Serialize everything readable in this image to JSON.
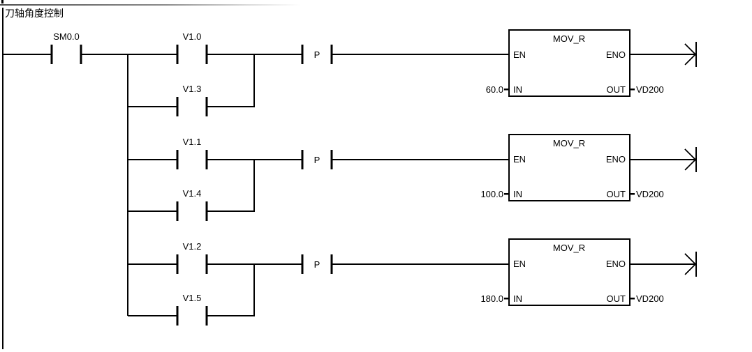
{
  "colors": {
    "network_title": "#008000",
    "operand_value": "#808000",
    "wire": "#000000",
    "background": "#ffffff"
  },
  "network": {
    "title": "刀轴角度控制"
  },
  "power_contact": {
    "label": "SM0.0"
  },
  "rungs": [
    {
      "top_contact": "V1.0",
      "bottom_contact": "V1.3",
      "edge_contact": "P",
      "block": {
        "title": "MOV_R",
        "en": "EN",
        "eno": "ENO",
        "in": "IN",
        "out": "OUT",
        "in_value": "60.0",
        "out_operand": "VD200"
      }
    },
    {
      "top_contact": "V1.1",
      "bottom_contact": "V1.4",
      "edge_contact": "P",
      "block": {
        "title": "MOV_R",
        "en": "EN",
        "eno": "ENO",
        "in": "IN",
        "out": "OUT",
        "in_value": "100.0",
        "out_operand": "VD200"
      }
    },
    {
      "top_contact": "V1.2",
      "bottom_contact": "V1.5",
      "edge_contact": "P",
      "block": {
        "title": "MOV_R",
        "en": "EN",
        "eno": "ENO",
        "in": "IN",
        "out": "OUT",
        "in_value": "180.0",
        "out_operand": "VD200"
      }
    }
  ]
}
